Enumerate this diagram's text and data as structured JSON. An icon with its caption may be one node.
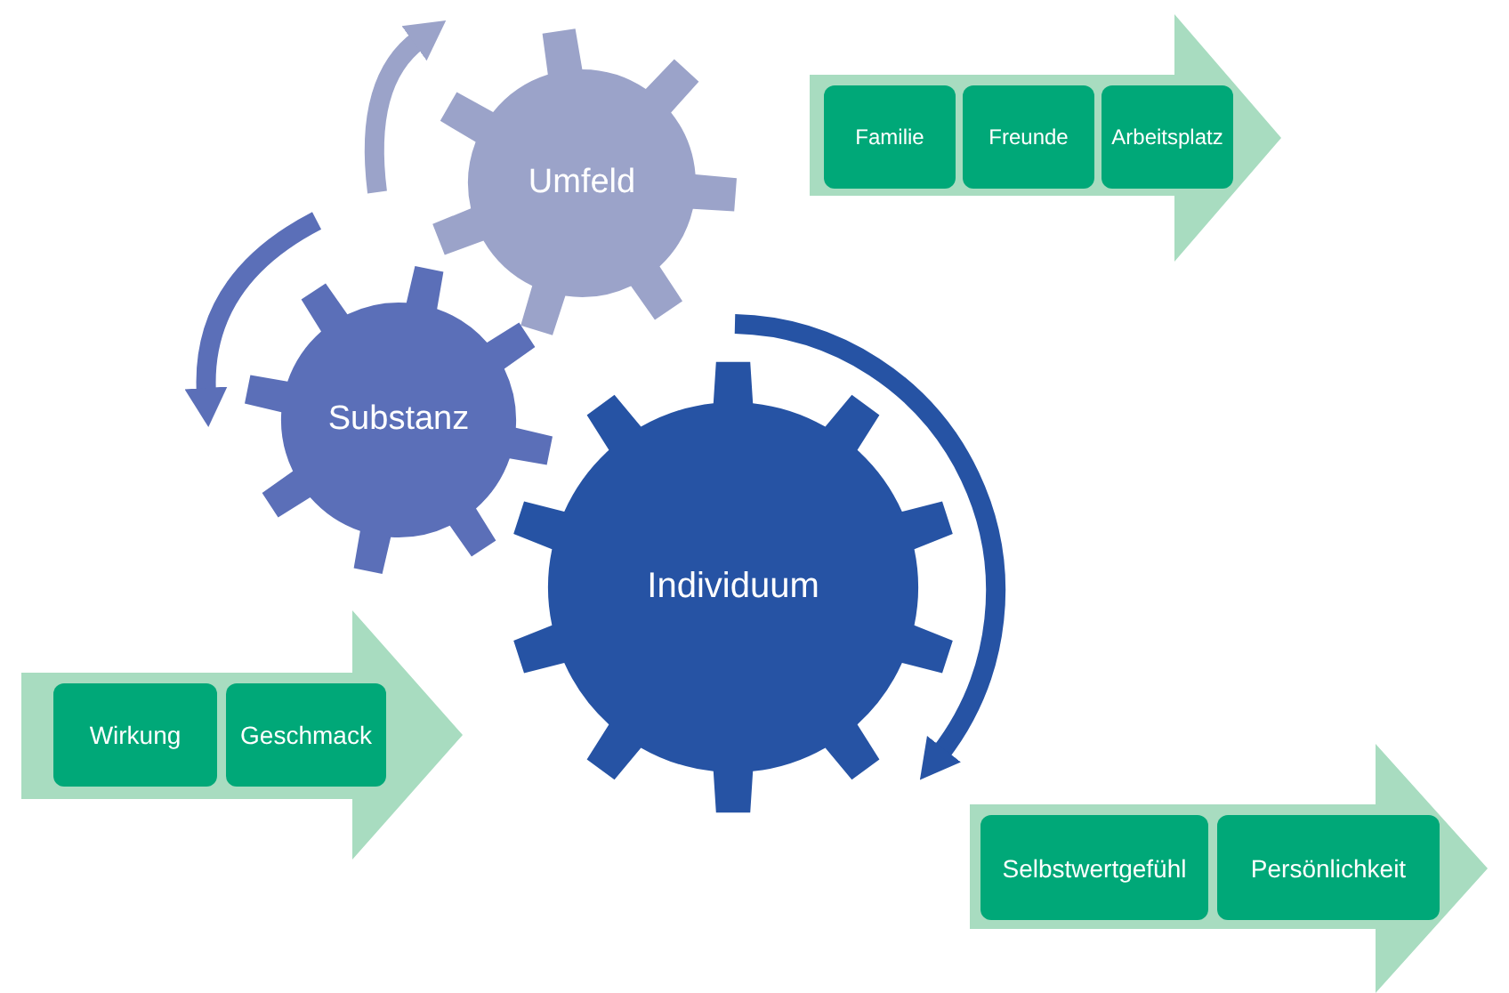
{
  "diagram": {
    "nodes": [
      {
        "text": [
          "Umfeld"
        ]
      },
      {
        "text": [],
        "shape": "arrow"
      },
      {
        "text": [
          "Familie"
        ],
        "in": 1
      },
      {
        "text": [
          "Freunde"
        ],
        "in": 1
      },
      {
        "text": [
          "Arbeitsplatz"
        ],
        "in": 1
      },
      {
        "text": [
          "Substanz"
        ]
      },
      {
        "text": [
          "Individuum"
        ]
      },
      {
        "text": [],
        "shape": "arrow"
      },
      {
        "text": [
          "Wirkung"
        ],
        "in": 7
      },
      {
        "text": [
          "Geschmack"
        ],
        "in": 7
      },
      {
        "text": [],
        "shape": "arrow"
      },
      {
        "text": [
          "Selbstwertgefühl"
        ],
        "in": 10
      },
      {
        "text": [
          "Persönlichkeit"
        ],
        "in": 10
      }
    ]
  }
}
